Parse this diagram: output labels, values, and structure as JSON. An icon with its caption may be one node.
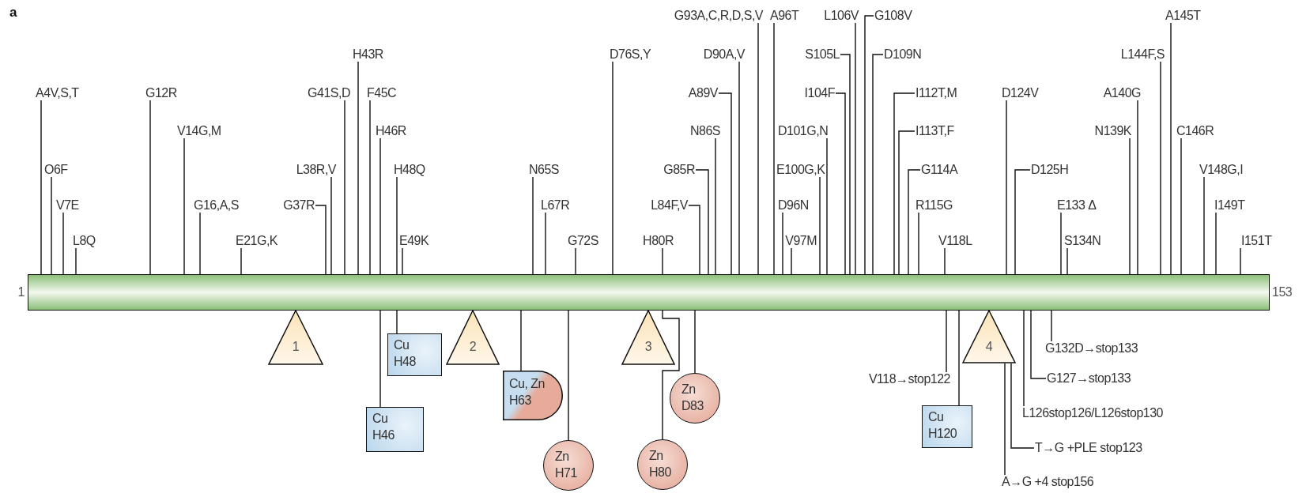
{
  "diagram": {
    "nodes": [
      {
        "text": [
          "A4V,S,T"
        ]
      },
      {
        "text": [
          "O6F"
        ]
      },
      {
        "text": [
          "V7E"
        ]
      },
      {
        "text": [
          "L8Q"
        ]
      },
      {
        "text": [
          "G12R"
        ]
      },
      {
        "text": [
          "V14G,M"
        ]
      },
      {
        "text": [
          "G16,A,S"
        ]
      },
      {
        "text": [
          "E21G,K"
        ]
      },
      {
        "text": [
          "G37R"
        ]
      },
      {
        "text": [
          "L38R,V"
        ]
      },
      {
        "text": [
          "G41S,D"
        ]
      },
      {
        "text": [
          "H43R"
        ]
      },
      {
        "text": [
          "F45C"
        ]
      },
      {
        "text": [
          "H46R"
        ]
      },
      {
        "text": [
          "H48Q"
        ]
      },
      {
        "text": [
          "E49K"
        ]
      },
      {
        "text": [
          "N65S"
        ]
      },
      {
        "text": [
          "L67R"
        ]
      },
      {
        "text": [
          "G72S"
        ]
      },
      {
        "text": [
          "D76S,Y"
        ]
      },
      {
        "text": [
          "H80R"
        ]
      },
      {
        "text": [
          "L84F,V"
        ]
      },
      {
        "text": [
          "G85R"
        ]
      },
      {
        "text": [
          "N86S"
        ]
      },
      {
        "text": [
          "A89V"
        ]
      },
      {
        "text": [
          "D90A,V"
        ]
      },
      {
        "text": [
          "G93A,C,R,D,S,V"
        ]
      },
      {
        "text": [
          "A96T"
        ]
      },
      {
        "text": [
          "E100G,K"
        ]
      },
      {
        "text": [
          "D96N"
        ]
      },
      {
        "text": [
          "V97M"
        ]
      },
      {
        "text": [
          "D101G,N"
        ]
      },
      {
        "text": [
          "I104F"
        ]
      },
      {
        "text": [
          "S105L"
        ]
      },
      {
        "text": [
          "L106V"
        ]
      },
      {
        "text": [
          "G108V"
        ]
      },
      {
        "text": [
          "D109N"
        ]
      },
      {
        "text": [
          "I112T,M"
        ]
      },
      {
        "text": [
          "I113T,F"
        ]
      },
      {
        "text": [
          "G114A"
        ]
      },
      {
        "text": [
          "R115G"
        ]
      },
      {
        "text": [
          "V118L"
        ]
      },
      {
        "text": [
          "D124V"
        ]
      },
      {
        "text": [
          "D125H"
        ]
      },
      {
        "text": [
          "E133 Δ"
        ]
      },
      {
        "text": [
          "S134N"
        ]
      },
      {
        "text": [
          "N139K"
        ]
      },
      {
        "text": [
          "A140G"
        ]
      },
      {
        "text": [
          "L144F,S"
        ]
      },
      {
        "text": [
          "A145T"
        ]
      },
      {
        "text": [
          "C146R"
        ]
      },
      {
        "text": [
          "V148G,I"
        ]
      },
      {
        "text": [
          "I149T"
        ]
      },
      {
        "text": [
          "I151T"
        ]
      },
      {
        "text": [],
        "shape": "bar",
        "beside": [
          "1",
          "153"
        ]
      },
      {
        "text": [
          "1"
        ]
      },
      {
        "text": [
          "Cu",
          "H48"
        ]
      },
      {
        "text": [
          "Cu",
          "H46"
        ]
      },
      {
        "text": [
          "2"
        ]
      },
      {
        "text": [
          "Cu, Zn",
          "H63"
        ]
      },
      {
        "text": [
          "Zn",
          "H71"
        ]
      },
      {
        "text": [
          "3"
        ]
      },
      {
        "text": [
          "Zn",
          "H80"
        ]
      },
      {
        "text": [
          "Zn",
          "D83"
        ]
      },
      {
        "text": [
          "V118→stop122"
        ]
      },
      {
        "text": [
          "Cu",
          "H120"
        ]
      },
      {
        "text": [
          "4"
        ]
      },
      {
        "text": [
          "G132D→stop133"
        ]
      },
      {
        "text": [
          "G127→stop133"
        ]
      },
      {
        "text": [
          "L126stop126/L126stop130"
        ]
      },
      {
        "text": [
          "T→G +PLE stop123"
        ]
      },
      {
        "text": [
          "A→G +4 stop156"
        ]
      }
    ],
    "edges": [
      {
        "from": 0,
        "to": 54,
        "arrow": "none"
      },
      {
        "from": 1,
        "to": 54,
        "arrow": "none"
      },
      {
        "from": 2,
        "to": 54,
        "arrow": "none"
      },
      {
        "from": 3,
        "to": 54,
        "arrow": "none"
      },
      {
        "from": 4,
        "to": 54,
        "arrow": "none"
      },
      {
        "from": 5,
        "to": 54,
        "arrow": "none"
      },
      {
        "from": 6,
        "to": 54,
        "arrow": "none"
      },
      {
        "from": 7,
        "to": 54,
        "arrow": "none"
      },
      {
        "from": 8,
        "to": 54,
        "arrow": "none"
      },
      {
        "from": 9,
        "to": 54,
        "arrow": "none"
      },
      {
        "from": 10,
        "to": 54,
        "arrow": "none"
      },
      {
        "from": 11,
        "to": 54,
        "arrow": "none"
      },
      {
        "from": 12,
        "to": 54,
        "arrow": "none"
      },
      {
        "from": 13,
        "to": 54,
        "arrow": "none"
      },
      {
        "from": 14,
        "to": 54,
        "arrow": "none"
      },
      {
        "from": 15,
        "to": 54,
        "arrow": "none"
      },
      {
        "from": 16,
        "to": 54,
        "arrow": "none"
      },
      {
        "from": 17,
        "to": 54,
        "arrow": "none"
      },
      {
        "from": 18,
        "to": 54,
        "arrow": "none"
      },
      {
        "from": 19,
        "to": 54,
        "arrow": "none"
      },
      {
        "from": 20,
        "to": 54,
        "arrow": "none"
      },
      {
        "from": 21,
        "to": 54,
        "arrow": "none"
      },
      {
        "from": 22,
        "to": 54,
        "arrow": "none"
      },
      {
        "from": 23,
        "to": 54,
        "arrow": "none"
      },
      {
        "from": 24,
        "to": 54,
        "arrow": "none"
      },
      {
        "from": 25,
        "to": 54,
        "arrow": "none"
      },
      {
        "from": 26,
        "to": 54,
        "arrow": "none"
      },
      {
        "from": 27,
        "to": 54,
        "arrow": "none"
      },
      {
        "from": 28,
        "to": 54,
        "arrow": "none"
      },
      {
        "from": 29,
        "to": 54,
        "arrow": "none"
      },
      {
        "from": 30,
        "to": 54,
        "arrow": "none"
      },
      {
        "from": 31,
        "to": 54,
        "arrow": "none"
      },
      {
        "from": 32,
        "to": 54,
        "arrow": "none"
      },
      {
        "from": 33,
        "to": 54,
        "arrow": "none"
      },
      {
        "from": 34,
        "to": 54,
        "arrow": "none"
      },
      {
        "from": 35,
        "to": 54,
        "arrow": "none"
      },
      {
        "from": 36,
        "to": 54,
        "arrow": "none"
      },
      {
        "from": 37,
        "to": 54,
        "arrow": "none"
      },
      {
        "from": 38,
        "to": 54,
        "arrow": "none"
      },
      {
        "from": 39,
        "to": 54,
        "arrow": "none"
      },
      {
        "from": 40,
        "to": 54,
        "arrow": "none"
      },
      {
        "from": 41,
        "to": 54,
        "arrow": "none"
      },
      {
        "from": 42,
        "to": 54,
        "arrow": "none"
      },
      {
        "from": 43,
        "to": 54,
        "arrow": "none"
      },
      {
        "from": 44,
        "to": 54,
        "arrow": "none"
      },
      {
        "from": 45,
        "to": 54,
        "arrow": "none"
      },
      {
        "from": 46,
        "to": 54,
        "arrow": "none"
      },
      {
        "from": 47,
        "to": 54,
        "arrow": "none"
      },
      {
        "from": 48,
        "to": 54,
        "arrow": "none"
      },
      {
        "from": 49,
        "to": 54,
        "arrow": "none"
      },
      {
        "from": 50,
        "to": 54,
        "arrow": "none"
      },
      {
        "from": 51,
        "to": 54,
        "arrow": "none"
      },
      {
        "from": 52,
        "to": 54,
        "arrow": "none"
      },
      {
        "from": 53,
        "to": 54,
        "arrow": "none"
      },
      {
        "from": 56,
        "to": 54,
        "arrow": "none"
      },
      {
        "from": 57,
        "to": 54,
        "arrow": "none"
      },
      {
        "from": 59,
        "to": 54,
        "arrow": "none"
      },
      {
        "from": 60,
        "to": 54,
        "arrow": "none"
      },
      {
        "from": 62,
        "to": 54,
        "arrow": "none"
      },
      {
        "from": 63,
        "to": 54,
        "arrow": "none"
      },
      {
        "from": 64,
        "to": 54,
        "arrow": "none"
      },
      {
        "from": 65,
        "to": 54,
        "arrow": "none"
      },
      {
        "from": 67,
        "to": 54,
        "arrow": "none"
      },
      {
        "from": 68,
        "to": 54,
        "arrow": "none"
      },
      {
        "from": 69,
        "to": 54,
        "arrow": "none"
      },
      {
        "from": 70,
        "to": 66,
        "arrow": "none"
      },
      {
        "from": 71,
        "to": 66,
        "arrow": "none"
      }
    ],
    "labels": [
      "a"
    ]
  }
}
